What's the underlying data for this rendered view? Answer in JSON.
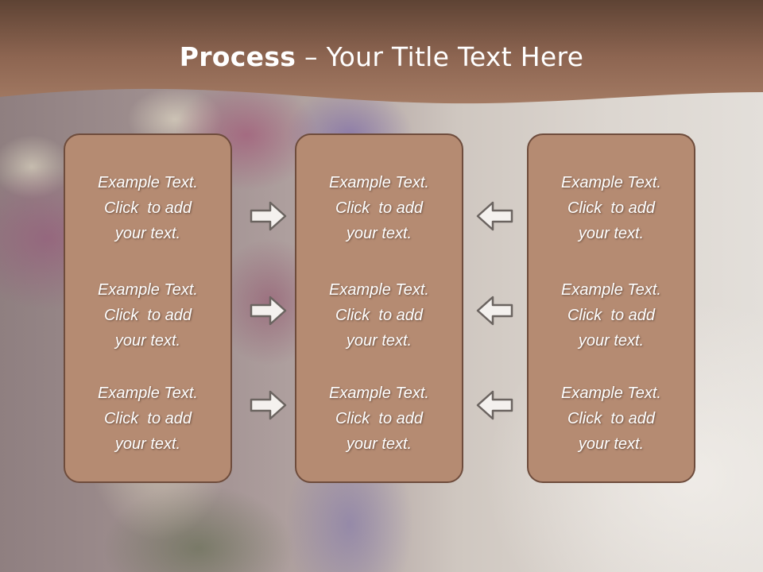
{
  "slide": {
    "title_bold": "Process",
    "title_rest": " – Your Title Text Here"
  },
  "columns": [
    {
      "items": [
        {
          "line1": "Example Text.",
          "line2": "Click  to add",
          "line3": "your text."
        },
        {
          "line1": "Example Text.",
          "line2": "Click  to add",
          "line3": "your text."
        },
        {
          "line1": "Example Text.",
          "line2": "Click  to add",
          "line3": "your text."
        }
      ]
    },
    {
      "items": [
        {
          "line1": "Example Text.",
          "line2": "Click  to add",
          "line3": "your text."
        },
        {
          "line1": "Example Text.",
          "line2": "Click  to add",
          "line3": "your text."
        },
        {
          "line1": "Example Text.",
          "line2": "Click  to add",
          "line3": "your text."
        }
      ]
    },
    {
      "items": [
        {
          "line1": "Example Text.",
          "line2": "Click  to add",
          "line3": "your text."
        },
        {
          "line1": "Example Text.",
          "line2": "Click  to add",
          "line3": "your text."
        },
        {
          "line1": "Example Text.",
          "line2": "Click  to add",
          "line3": "your text."
        }
      ]
    }
  ],
  "arrows": {
    "left_group_icon": "arrow-right-icon",
    "right_group_icon": "arrow-left-icon"
  },
  "colors": {
    "banner": "#8a6450",
    "panel_fill": "#b58b72",
    "panel_border": "#6e4c3c",
    "arrow_fill": "#f4f1ee",
    "arrow_stroke": "#6b6460"
  }
}
